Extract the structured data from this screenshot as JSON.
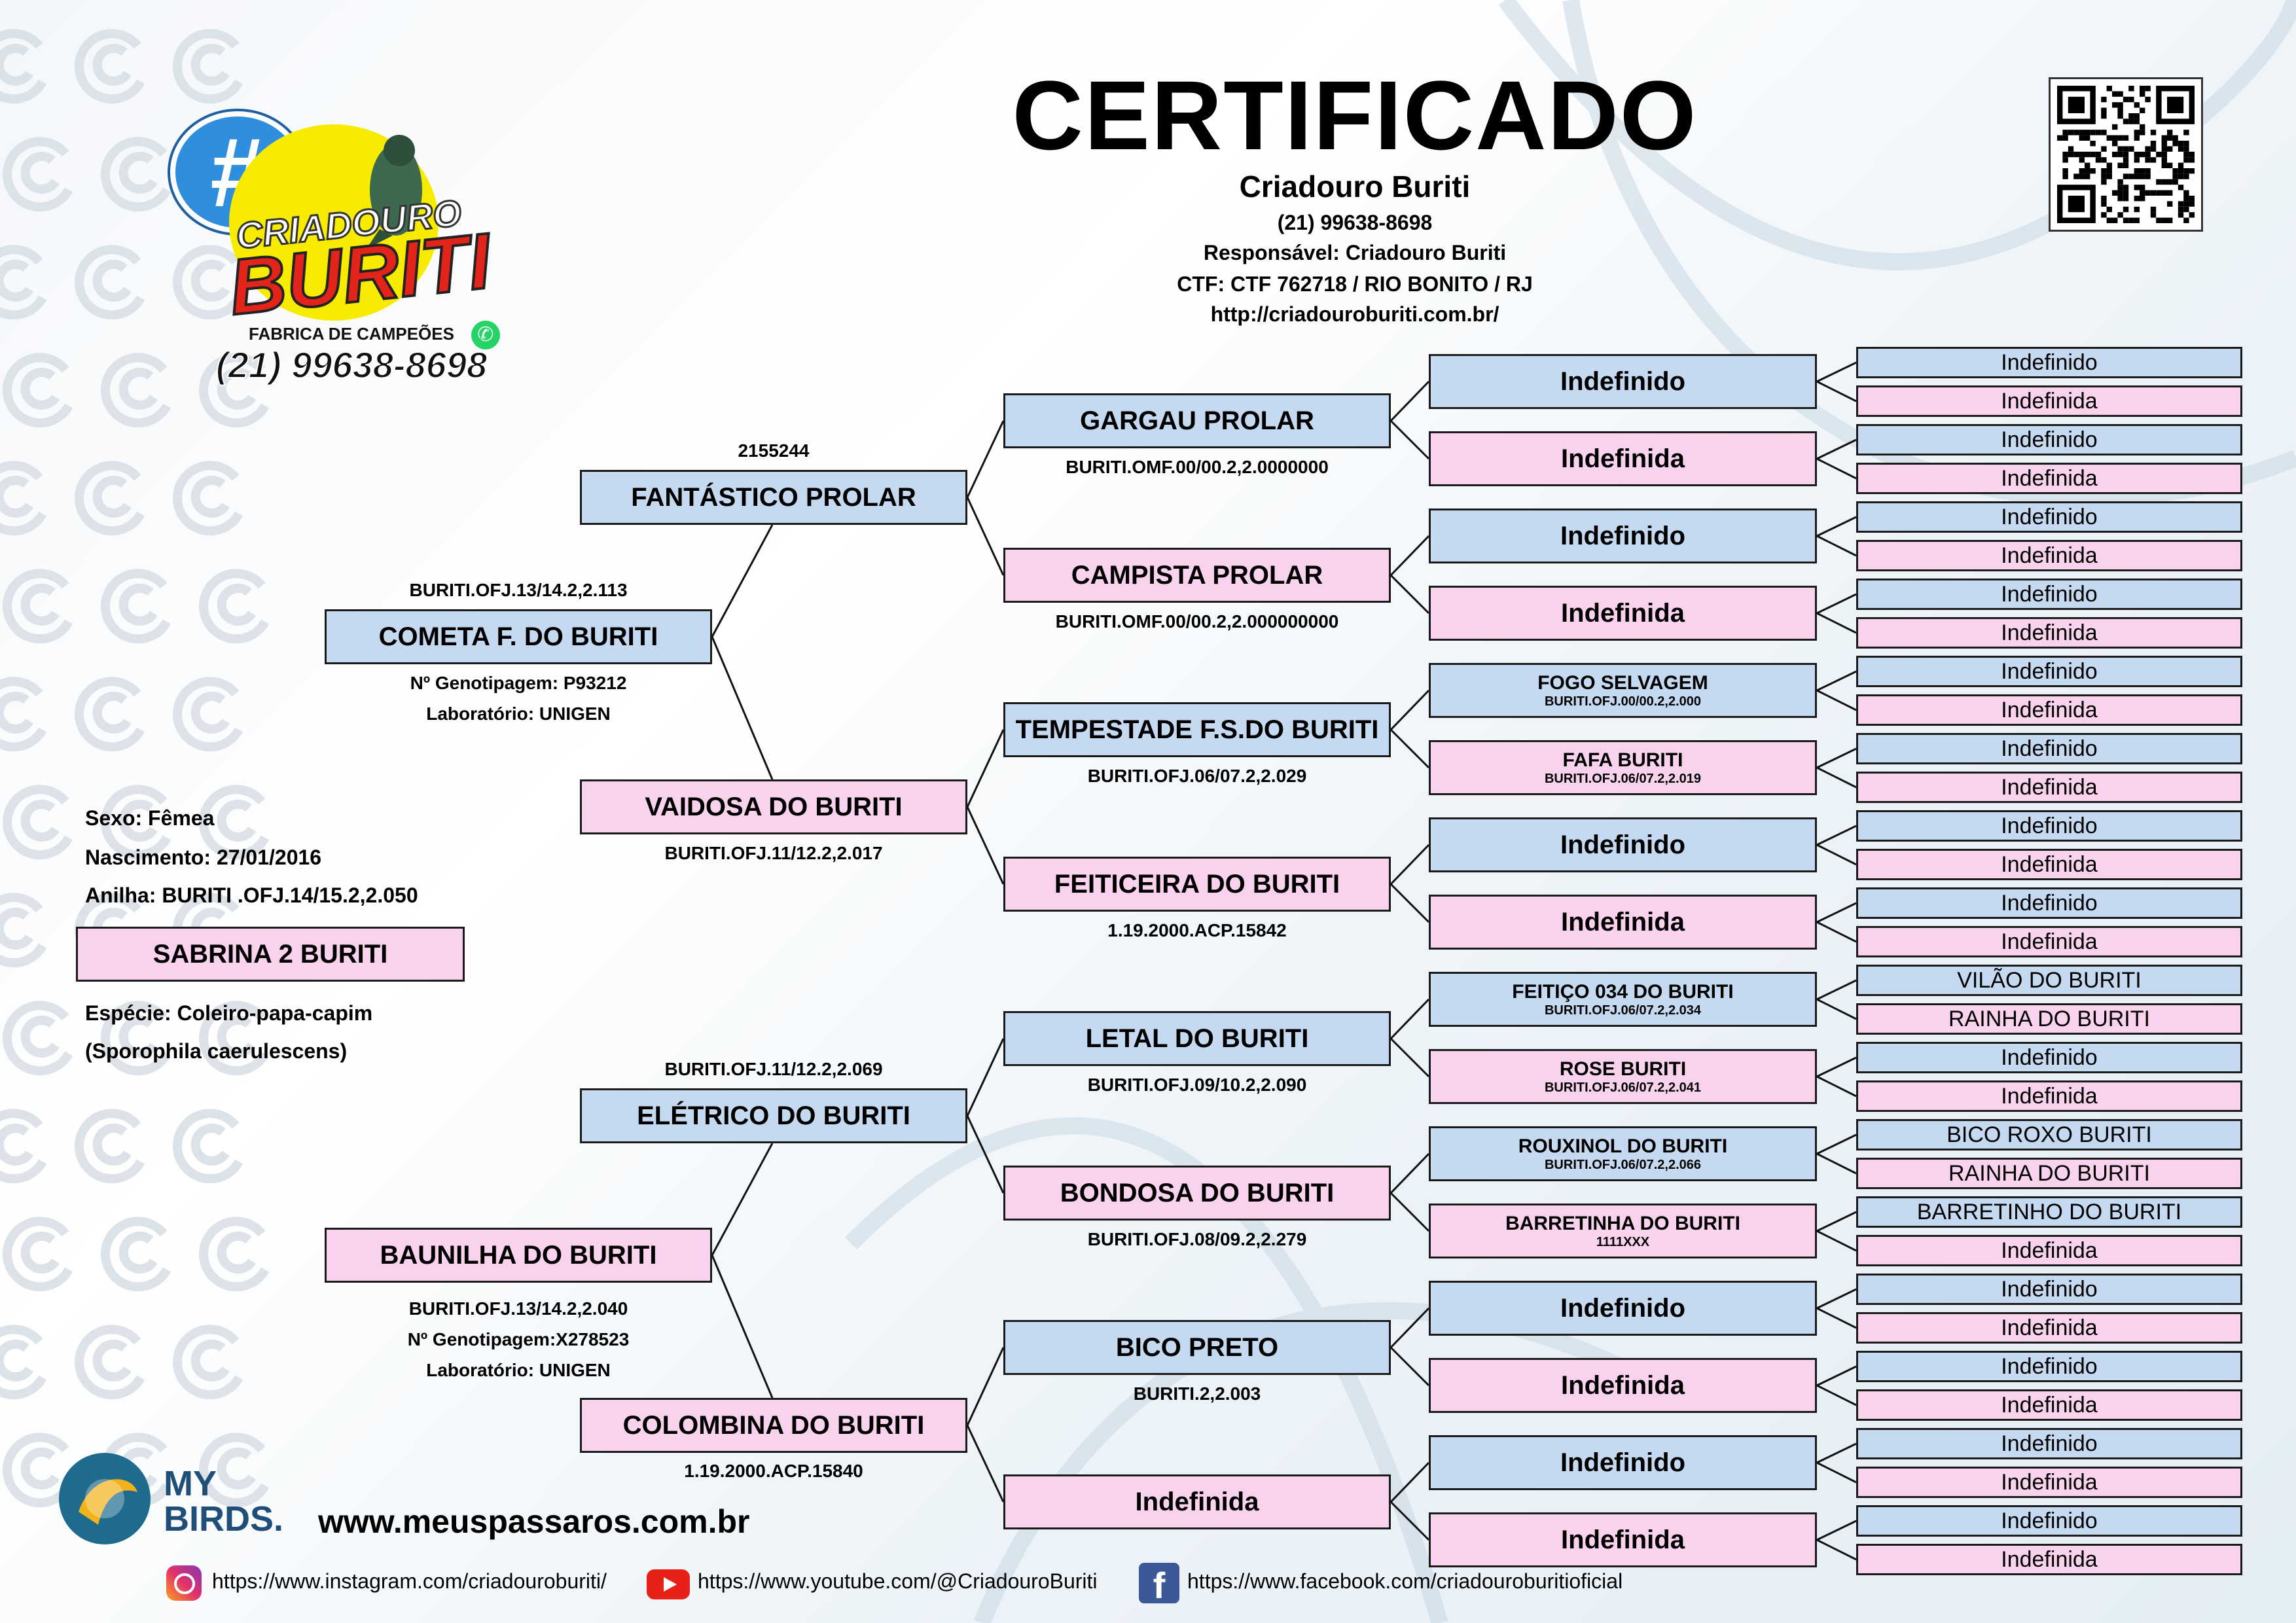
{
  "header": {
    "title": "CERTIFICADO",
    "breeder": "Criadouro Buriti",
    "phone": "(21) 99638-8698",
    "responsible": "Responsável: Criadouro Buriti",
    "ctf": "CTF: CTF 762718 / RIO BONITO / RJ",
    "url": "http://criadouroburiti.com.br/"
  },
  "logo": {
    "hash": "#",
    "line1": "CRIADOURO",
    "line2": "BURITI",
    "line3": "FABRICA DE CAMPEÕES",
    "phone": "(21) 99638-8698"
  },
  "subject": {
    "sex": "Sexo: Fêmea",
    "birth": "Nascimento: 27/01/2016",
    "ring": "Anilha: BURITI .OFJ.14/15.2,2.050",
    "name": "SABRINA 2 BURITI",
    "species": "Espécie: Coleiro-papa-capim",
    "scientific": "(Sporophila caerulescens)"
  },
  "gen1": {
    "father": {
      "name": "COMETA F. DO BURITI",
      "above": "BURITI.OFJ.13/14.2,2.113",
      "below1": "Nº Genotipagem: P93212",
      "below2": "Laboratório: UNIGEN"
    },
    "mother": {
      "name": "BAUNILHA DO BURITI",
      "below1": "BURITI.OFJ.13/14.2,2.040",
      "below2": "Nº Genotipagem:X278523",
      "below3": "Laboratório: UNIGEN"
    }
  },
  "gen2": [
    {
      "name": "FANTÁSTICO PROLAR",
      "above": "2155244"
    },
    {
      "name": "VAIDOSA DO BURITI",
      "below": "BURITI.OFJ.11/12.2,2.017"
    },
    {
      "name": "ELÉTRICO DO BURITI",
      "above": "BURITI.OFJ.11/12.2,2.069"
    },
    {
      "name": "COLOMBINA DO BURITI",
      "below": "1.19.2000.ACP.15840"
    }
  ],
  "gen3": [
    {
      "name": "GARGAU PROLAR",
      "below": "BURITI.OMF.00/00.2,2.0000000"
    },
    {
      "name": "CAMPISTA PROLAR",
      "below": "BURITI.OMF.00/00.2,2.000000000"
    },
    {
      "name": "TEMPESTADE F.S.DO BURITI",
      "below": "BURITI.OFJ.06/07.2,2.029"
    },
    {
      "name": "FEITICEIRA DO BURITI",
      "below": "1.19.2000.ACP.15842"
    },
    {
      "name": "LETAL DO BURITI",
      "below": "BURITI.OFJ.09/10.2,2.090"
    },
    {
      "name": "BONDOSA DO BURITI",
      "below": "BURITI.OFJ.08/09.2,2.279"
    },
    {
      "name": "BICO PRETO",
      "below": "BURITI.2,2.003"
    },
    {
      "name": "Indefinida",
      "below": ""
    }
  ],
  "gen4": [
    {
      "name": "Indefinido",
      "ring": ""
    },
    {
      "name": "Indefinida",
      "ring": ""
    },
    {
      "name": "Indefinido",
      "ring": ""
    },
    {
      "name": "Indefinida",
      "ring": ""
    },
    {
      "name": "FOGO SELVAGEM",
      "ring": "BURITI.OFJ.00/00.2,2.000"
    },
    {
      "name": "FAFA BURITI",
      "ring": "BURITI.OFJ.06/07.2,2.019"
    },
    {
      "name": "Indefinido",
      "ring": ""
    },
    {
      "name": "Indefinida",
      "ring": ""
    },
    {
      "name": "FEITIÇO 034 DO BURITI",
      "ring": "BURITI.OFJ.06/07.2,2.034"
    },
    {
      "name": "ROSE BURITI",
      "ring": "BURITI.OFJ.06/07.2,2.041"
    },
    {
      "name": "ROUXINOL DO BURITI",
      "ring": "BURITI.OFJ.06/07.2,2.066"
    },
    {
      "name": "BARRETINHA DO BURITI",
      "ring": "1111XXX"
    },
    {
      "name": "Indefinido",
      "ring": ""
    },
    {
      "name": "Indefinida",
      "ring": ""
    },
    {
      "name": "Indefinido",
      "ring": ""
    },
    {
      "name": "Indefinida",
      "ring": ""
    }
  ],
  "gen5": [
    "Indefinido",
    "Indefinida",
    "Indefinido",
    "Indefinida",
    "Indefinido",
    "Indefinida",
    "Indefinido",
    "Indefinida",
    "Indefinido",
    "Indefinida",
    "Indefinido",
    "Indefinida",
    "Indefinido",
    "Indefinida",
    "Indefinido",
    "Indefinida",
    "VILÃO DO BURITI",
    "RAINHA DO BURITI",
    "Indefinido",
    "Indefinida",
    "BICO ROXO BURITI",
    "RAINHA DO BURITI",
    "BARRETINHO DO BURITI",
    "Indefinida",
    "Indefinido",
    "Indefinida",
    "Indefinido",
    "Indefinida",
    "Indefinido",
    "Indefinida",
    "Indefinido",
    "Indefinida"
  ],
  "footer": {
    "brand1": "MY",
    "brand2": "BIRDS.",
    "site": "www.meuspassaros.com.br",
    "instagram": "https://www.instagram.com/criadouroburiti/",
    "youtube": "https://www.youtube.com/@CriadouroBuriti",
    "facebook": "https://www.facebook.com/criadouroburitioficial"
  },
  "colors": {
    "male": "#c5d9f0",
    "female": "#f9d3ee"
  }
}
